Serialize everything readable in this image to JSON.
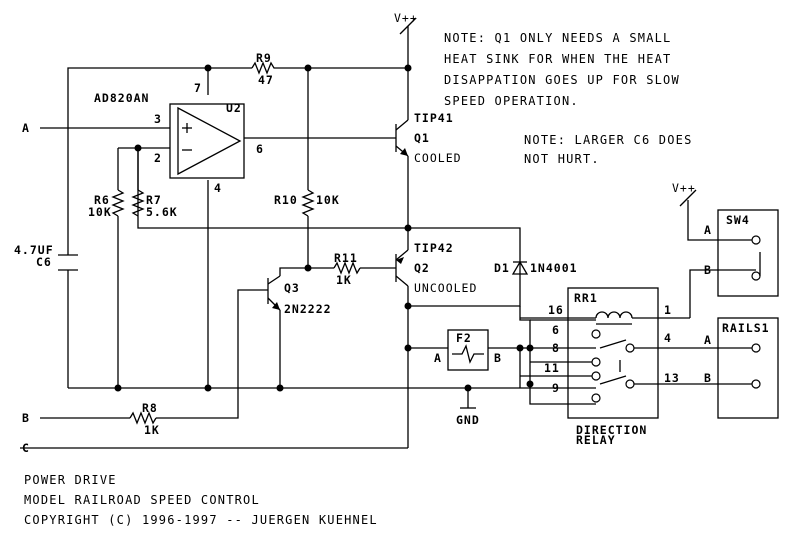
{
  "title": {
    "line1": "POWER DRIVE",
    "line2": "MODEL RAILROAD SPEED CONTROL",
    "copyright": "COPYRIGHT (C) 1996-1997 -- JUERGEN KUEHNEL"
  },
  "notes": {
    "note1": [
      "NOTE: Q1 ONLY NEEDS A SMALL",
      "HEAT SINK FOR WHEN THE HEAT",
      "DISAPPATION GOES UP FOR SLOW",
      "SPEED OPERATION."
    ],
    "note2": [
      "NOTE: LARGER C6 DOES",
      "NOT HURT."
    ]
  },
  "labels": {
    "vpp": "V++",
    "input_a": "A",
    "input_b": "B",
    "input_c": "C",
    "gnd": "GND"
  },
  "components": {
    "u2": {
      "part": "AD820AN",
      "ref": "U2",
      "pins": [
        "7",
        "3",
        "2",
        "6",
        "4"
      ]
    },
    "r9": {
      "ref": "R9",
      "value": "47"
    },
    "r10": {
      "ref": "R10",
      "value": "10K"
    },
    "r6": {
      "ref": "R6",
      "value": "10K"
    },
    "r7": {
      "ref": "R7",
      "value": "5.6K"
    },
    "c6": {
      "ref": "C6",
      "value": "4.7UF"
    },
    "r11": {
      "ref": "R11",
      "value": "1K"
    },
    "r8": {
      "ref": "R8",
      "value": "1K"
    },
    "q1": {
      "part": "TIP41",
      "ref": "Q1",
      "note": "COOLED"
    },
    "q2": {
      "part": "TIP42",
      "ref": "Q2",
      "note": "UNCOOLED"
    },
    "q3": {
      "ref": "Q3",
      "part": "2N2222"
    },
    "d1": {
      "ref": "D1",
      "part": "1N4001"
    },
    "f2": {
      "ref": "F2",
      "pin_a": "A",
      "pin_b": "B"
    },
    "rr1": {
      "ref": "RR1",
      "pins": [
        "16",
        "6",
        "8",
        "11",
        "9",
        "1",
        "4",
        "13"
      ],
      "desc": [
        "DIRECTION",
        "RELAY"
      ]
    },
    "sw4": {
      "ref": "SW4",
      "pin_a": "A",
      "pin_b": "B"
    },
    "rails1": {
      "ref": "RAILS1",
      "pin_a": "A",
      "pin_b": "B"
    }
  }
}
